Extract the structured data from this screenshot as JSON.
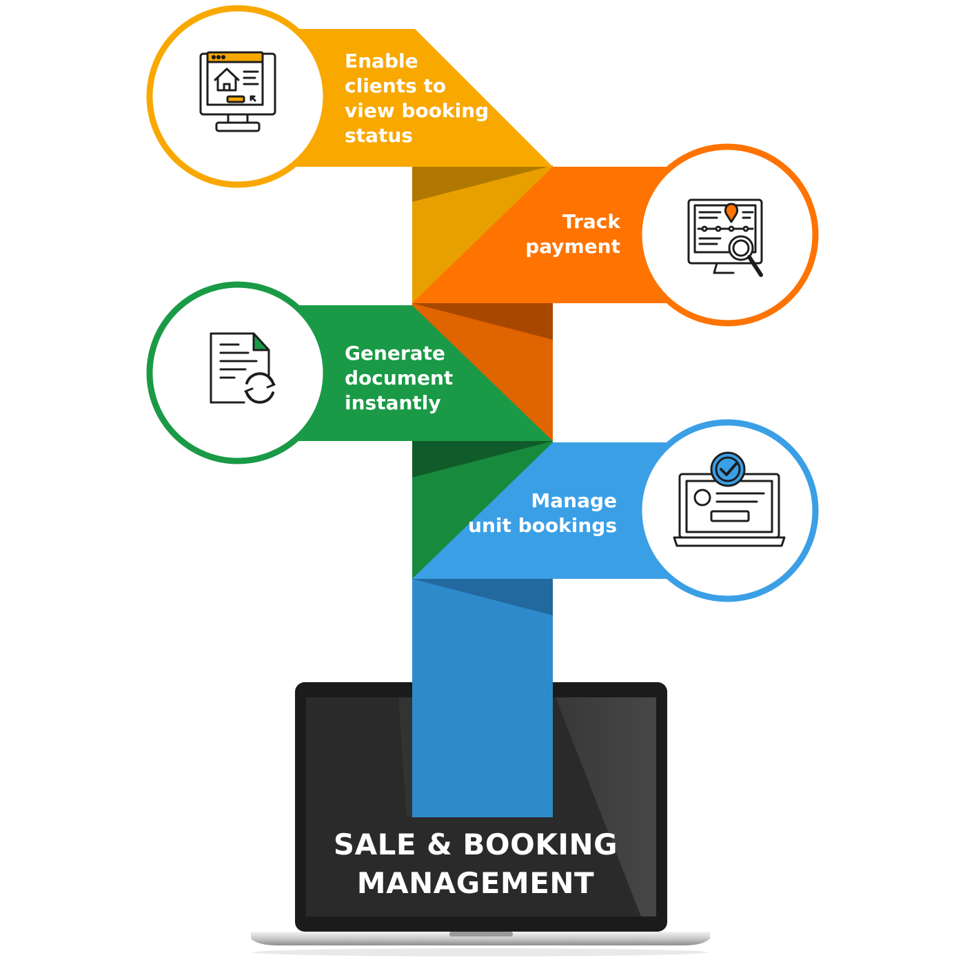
{
  "diagram": {
    "title": "SALE & BOOKING\nMANAGEMENT",
    "steps": [
      {
        "label": "Enable\nclients to\nview booking\nstatus",
        "color": "#F9A800",
        "icon": "monitor-house-icon"
      },
      {
        "label": "Track\npayment",
        "color": "#FF7300",
        "icon": "payment-search-icon"
      },
      {
        "label": "Generate\ndocument\ninstantly",
        "color": "#1A9A46",
        "icon": "document-refresh-icon"
      },
      {
        "label": "Manage\nunit bookings",
        "color": "#3B9FE6",
        "icon": "laptop-check-icon"
      }
    ],
    "colors": {
      "yellow": "#F9A800",
      "orange": "#FF7300",
      "green": "#1A9A46",
      "blue": "#3B9FE6",
      "laptop_bezel": "#1f1f1f",
      "laptop_screen": "#2b2b2b"
    }
  }
}
